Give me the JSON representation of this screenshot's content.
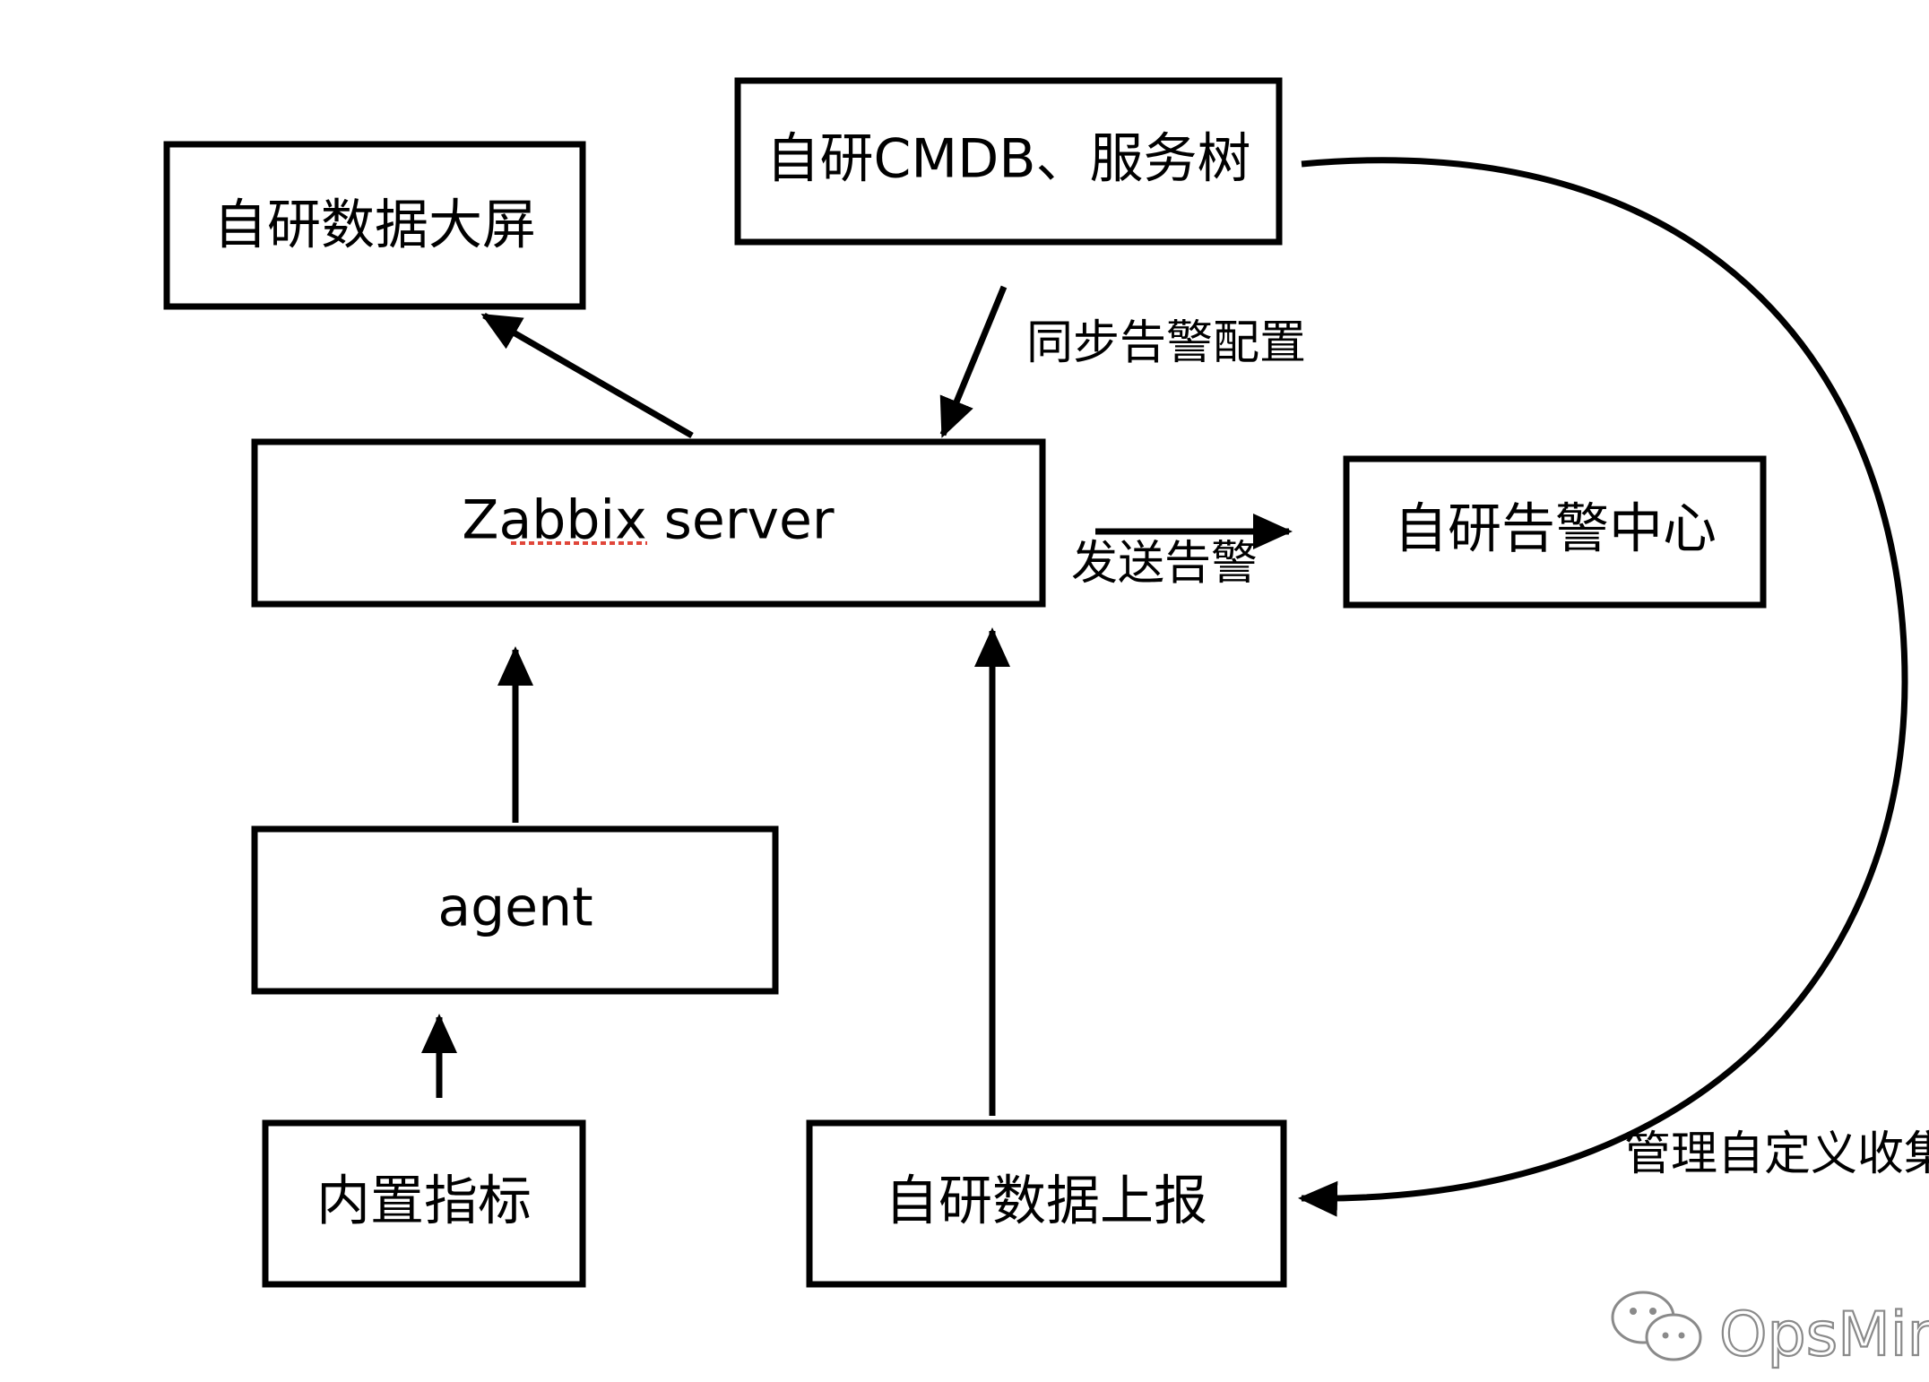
{
  "nodes": {
    "dashboard": "自研数据大屏",
    "cmdb": "自研CMDB、服务树",
    "zabbix_server": "Zabbix server",
    "alert_center": "自研告警中心",
    "agent": "agent",
    "builtin_metrics": "内置指标",
    "custom_report": "自研数据上报"
  },
  "edges": {
    "sync_alert_config": "同步告警配置",
    "send_alert": "发送告警",
    "manage_custom_collection": "管理自定义收集"
  },
  "watermark": {
    "text": "OpsMind",
    "icon": "wechat-icon"
  },
  "colors": {
    "stroke": "#000000",
    "spellcheck_underline": "#e0463a",
    "watermark": "#8a8a8a"
  }
}
